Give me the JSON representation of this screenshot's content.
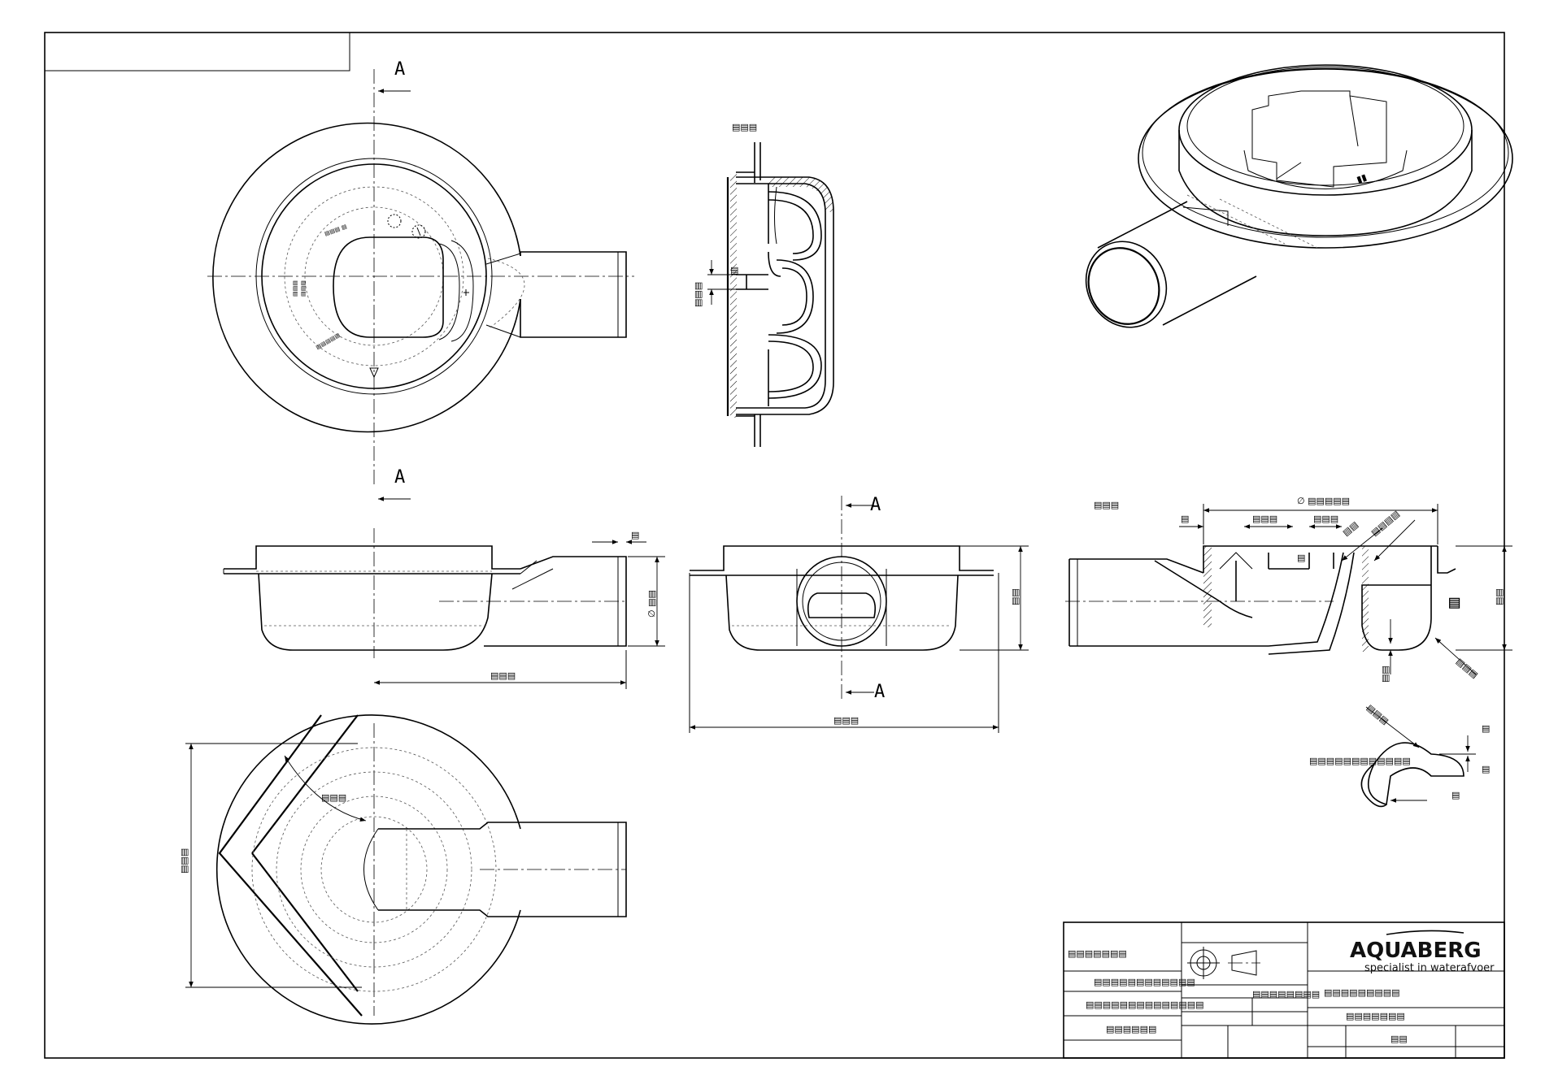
{
  "section_marker": "A",
  "notes": {
    "line1": "",
    "line2": "",
    "line3": ""
  },
  "brand": {
    "name": "AQUABERG",
    "tagline": "specialist in waterafvoer"
  },
  "colors": {
    "line": "#000000",
    "paper": "#ffffff"
  }
}
